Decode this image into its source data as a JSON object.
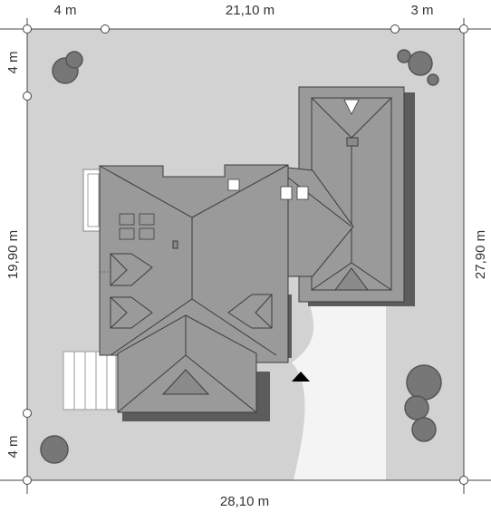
{
  "dimensions": {
    "top_left": "4 m",
    "top_middle": "21,10 m",
    "top_right": "3 m",
    "left_top": "4 m",
    "left_middle": "19,90 m",
    "left_bottom": "4 m",
    "right": "27,90 m",
    "bottom": "28,10 m"
  },
  "colors": {
    "lot": "#d2d2d2",
    "path": "#f4f4f4",
    "roof": "#9a9a9a",
    "roof_dark": "#8a8a8a",
    "shadow": "#5c5c5c",
    "ridge": "#3c3c3c",
    "tree": "#777777",
    "tree_dark": "#555555",
    "dim_line": "#444444",
    "arrow": "#000000"
  },
  "icons": {
    "entrance": "entrance-arrow-icon",
    "tree": "tree-icon"
  }
}
